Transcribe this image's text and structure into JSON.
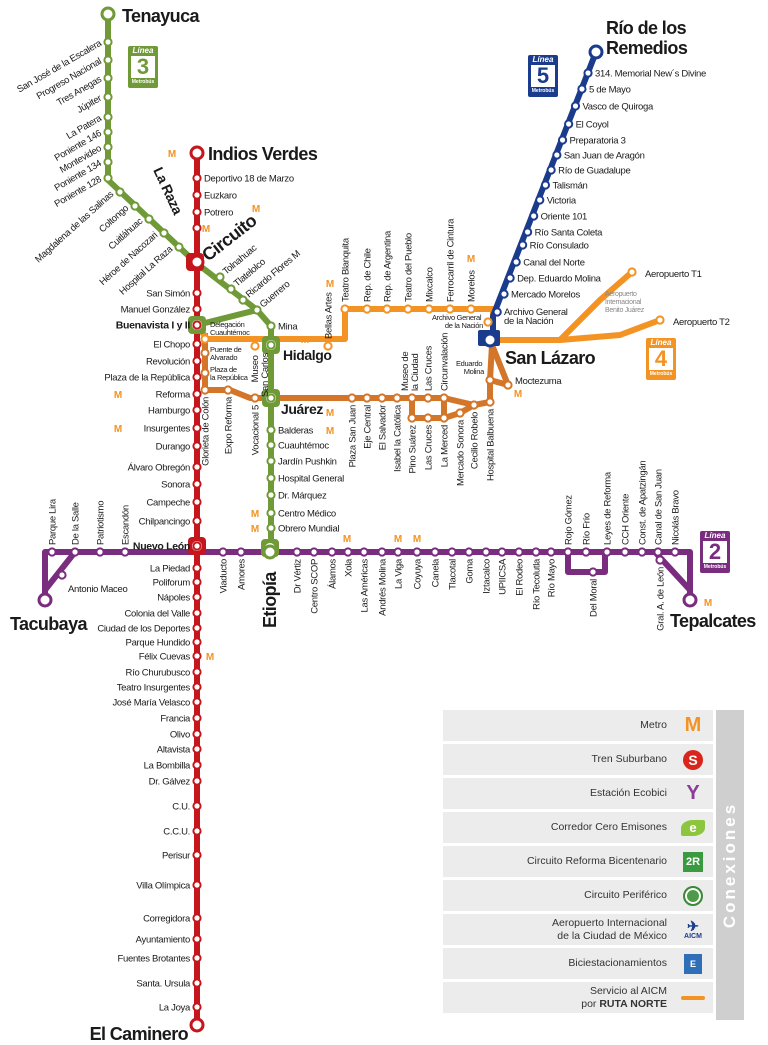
{
  "lines": {
    "line1": {
      "color": "#c4161c",
      "stations": [
        "Indios Verdes",
        "Deportivo 18 de Marzo",
        "Euzkaro",
        "Potrero",
        "La Raza",
        "Circuito",
        "San Simón",
        "Manuel González",
        "Buenavista I y II",
        "El Chopo",
        "Revolución",
        "Plaza de la República",
        "Reforma",
        "Hamburgo",
        "Insurgentes",
        "Durango",
        "Álvaro Obregón",
        "Sonora",
        "Campeche",
        "Chilpancingo",
        "Nuevo León",
        "La Piedad",
        "Poliforum",
        "Nápoles",
        "Colonia del Valle",
        "Ciudad de los Deportes",
        "Parque Hundido",
        "Félix Cuevas",
        "Río Churubusco",
        "Teatro Insurgentes",
        "José María Velasco",
        "Francia",
        "Olivo",
        "Altavista",
        "La Bombilla",
        "Dr. Gálvez",
        "C.U.",
        "C.C.U.",
        "Perisur",
        "Villa Olímpica",
        "Corregidora",
        "Ayuntamiento",
        "Fuentes Brotantes",
        "Santa. Ursula",
        "La Joya",
        "El Caminero"
      ]
    },
    "line2": {
      "color": "#7a2c7f",
      "stations": [
        "Tacubaya",
        "Antonio Maceo",
        "Parque Lira",
        "De la Salle",
        "Patriotismo",
        "Escandón",
        "Viaducto",
        "Amores",
        "Dr Vértiz",
        "Centro SCOP",
        "Álamos",
        "Xola",
        "Las Américas",
        "Andrés Molina",
        "La Viga",
        "Coyuya",
        "Canela",
        "Tlacotal",
        "Goma",
        "Iztacalco",
        "UPIICSA",
        "El Rodeo",
        "Río Tecolutla",
        "Río Mayo",
        "Rojo Gómez",
        "Río Frío",
        "Del Moral",
        "Leyes de Reforma",
        "CCH Oriente",
        "Const. de Apatzingán",
        "Canal de San Juan",
        "Nicolás Bravo",
        "Gral. A. de León",
        "Tepalcates"
      ]
    },
    "line3": {
      "color": "#6f9a37",
      "stations": [
        "Tenayuca",
        "San José de la Escalera",
        "Progreso Nacional",
        "Tres Anegas",
        "Júpiter",
        "La Patera",
        "Poniente 146",
        "Montevideo",
        "Poniente 134",
        "Poniente 128",
        "Magdalena de las Salinas",
        "Coltongo",
        "Cuitláhuac",
        "Héroe de Nacozari",
        "Hospital La Raza",
        "Tolnahuac",
        "Tlatelolco",
        "Ricardo Flores M",
        "Guerrero",
        "Mina",
        "Hidalgo",
        "Juárez",
        "Balderas",
        "Cuauhtémoc",
        "Jardín Pushkin",
        "Hospital General",
        "Dr. Márquez",
        "Centro Médico",
        "Obrero Mundial",
        "Etiopía"
      ]
    },
    "line4_north": {
      "color": "#f39324",
      "stations": [
        "Delegación Cuauhtémoc",
        "Museo San Carlos",
        "Bellas Artes",
        "Teatro Blanquita",
        "Rep. de Chile",
        "Rep. de Argentina",
        "Teatro del Pueblo",
        "Mixcalco",
        "Ferrocarril de Cintura",
        "Morelos",
        "Archivo General de la Nación",
        "Aeropuerto T1",
        "Aeropuerto T2"
      ]
    },
    "line4_south": {
      "color": "#d4762a",
      "stations": [
        "Puente de Alvarado",
        "Plaza de la República",
        "Glorieta de Colón",
        "Expo Reforma",
        "Vocacional 5",
        "Plaza San Juan",
        "Eje Central",
        "El Salvador",
        "Isabel la Católica",
        "Museo de la Ciudad",
        "Las Cruces",
        "Circunvalación",
        "Pino Suárez",
        "Las Cruces",
        "La Merced",
        "Mercado Sonora",
        "Cecilio Robelo",
        "Hospital Balbuena",
        "Eduardo Molina",
        "Moctezuma"
      ]
    },
    "line5": {
      "color": "#1b3c8c",
      "stations": [
        "Río de los Remedios",
        "314. Memorial New´s Divine",
        "5 de Mayo",
        "Vasco de Quiroga",
        "El Coyol",
        "Preparatoria 3",
        "San Juan de Aragón",
        "Río de Guadalupe",
        "Talismán",
        "Victoria",
        "Oriente 101",
        "Río Santa Coleta",
        "Río Consulado",
        "Canal del Norte",
        "Dep. Eduardo Molina",
        "Mercado Morelos",
        "Archivo General de la Nación",
        "San Lázaro"
      ]
    }
  },
  "airport_label": "Aeropuerto Internacional Benito Juárez",
  "badges": [
    {
      "label": "Línea",
      "number": "3",
      "brand": "Metrobús",
      "color": "#6f9a37"
    },
    {
      "label": "Línea",
      "number": "5",
      "brand": "Metrobús",
      "color": "#1b3c8c"
    },
    {
      "label": "Línea",
      "number": "4",
      "brand": "Metrobús",
      "color": "#f39324"
    },
    {
      "label": "Línea",
      "number": "2",
      "brand": "Metrobús",
      "color": "#7a2c7f"
    }
  ],
  "legend": {
    "title": "Conexiones",
    "items": [
      {
        "label": "Metro",
        "icon": "metro-icon"
      },
      {
        "label": "Tren Suburbano",
        "icon": "tren-suburbano-icon"
      },
      {
        "label": "Estación Ecobici",
        "icon": "ecobici-icon"
      },
      {
        "label": "Corredor Cero Emisones",
        "icon": "cero-emisiones-icon"
      },
      {
        "label": "Circuito Reforma Bicentenario",
        "icon": "reforma-bicentenario-icon"
      },
      {
        "label": "Circuito Periférico",
        "icon": "periferico-icon"
      },
      {
        "label": "Aeropuerto Internacional",
        "label2": "de la Ciudad de México",
        "icon": "aicm-icon",
        "icon_text": "AICM"
      },
      {
        "label": "Biciestacionamientos",
        "icon": "biciestacionamiento-icon",
        "icon_text": "E"
      },
      {
        "label": "Servicio al AICM",
        "label2_prefix": "por ",
        "label2_bold": "RUTA NORTE",
        "icon": "ruta-norte-line-icon"
      }
    ]
  }
}
